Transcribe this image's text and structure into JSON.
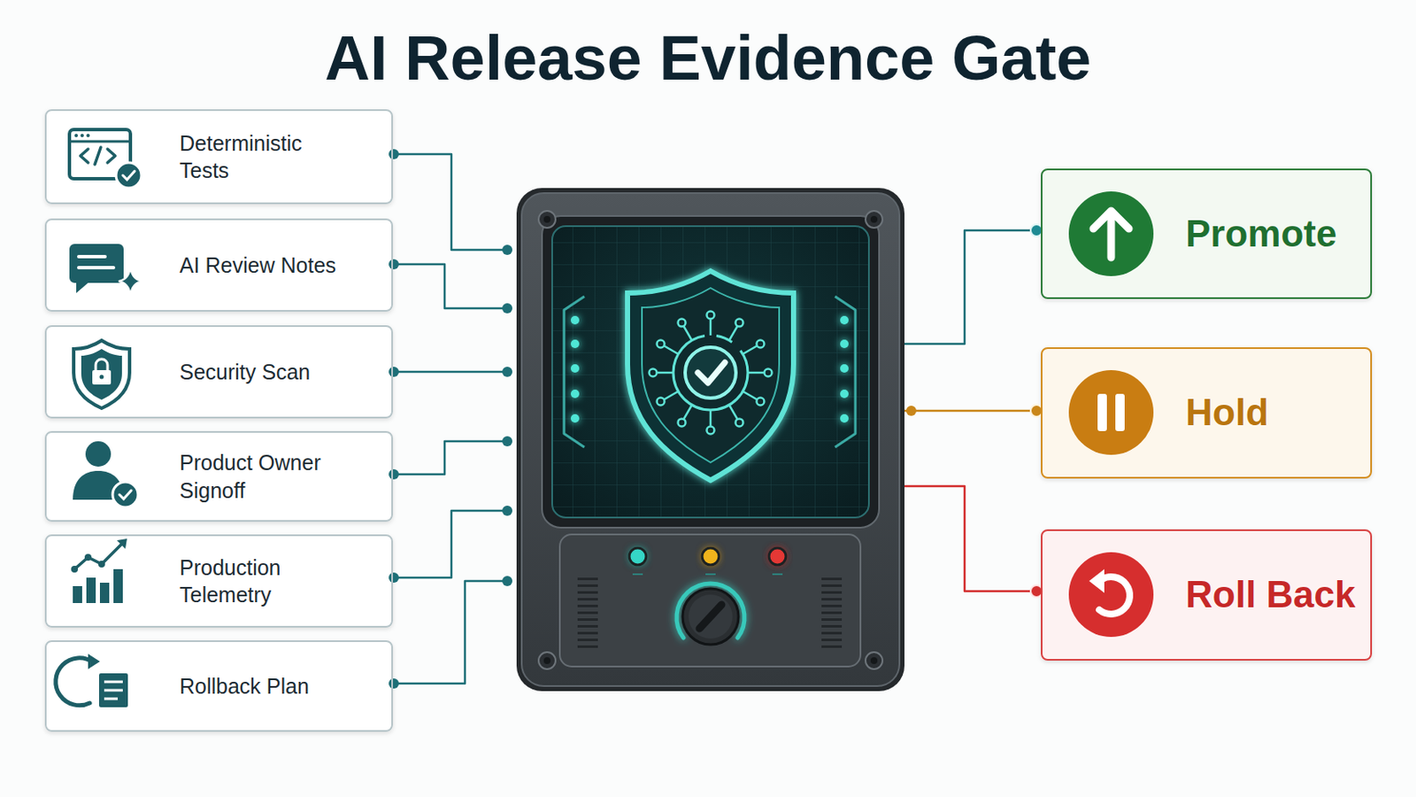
{
  "diagram": {
    "title": "AI Release Evidence Gate",
    "nodes": [
      {
        "text": [
          "Deterministic Tests"
        ]
      },
      {
        "text": [
          "AI Review Notes"
        ]
      },
      {
        "text": [
          "Security Scan"
        ]
      },
      {
        "text": [
          "Product Owner Signoff"
        ]
      },
      {
        "text": [
          "Production Telemetry"
        ]
      },
      {
        "text": [
          "Rollback Plan"
        ]
      },
      {
        "text": [
          "Promote"
        ]
      },
      {
        "text": [
          "Hold"
        ]
      },
      {
        "text": [
          "Roll Back"
        ]
      }
    ]
  }
}
